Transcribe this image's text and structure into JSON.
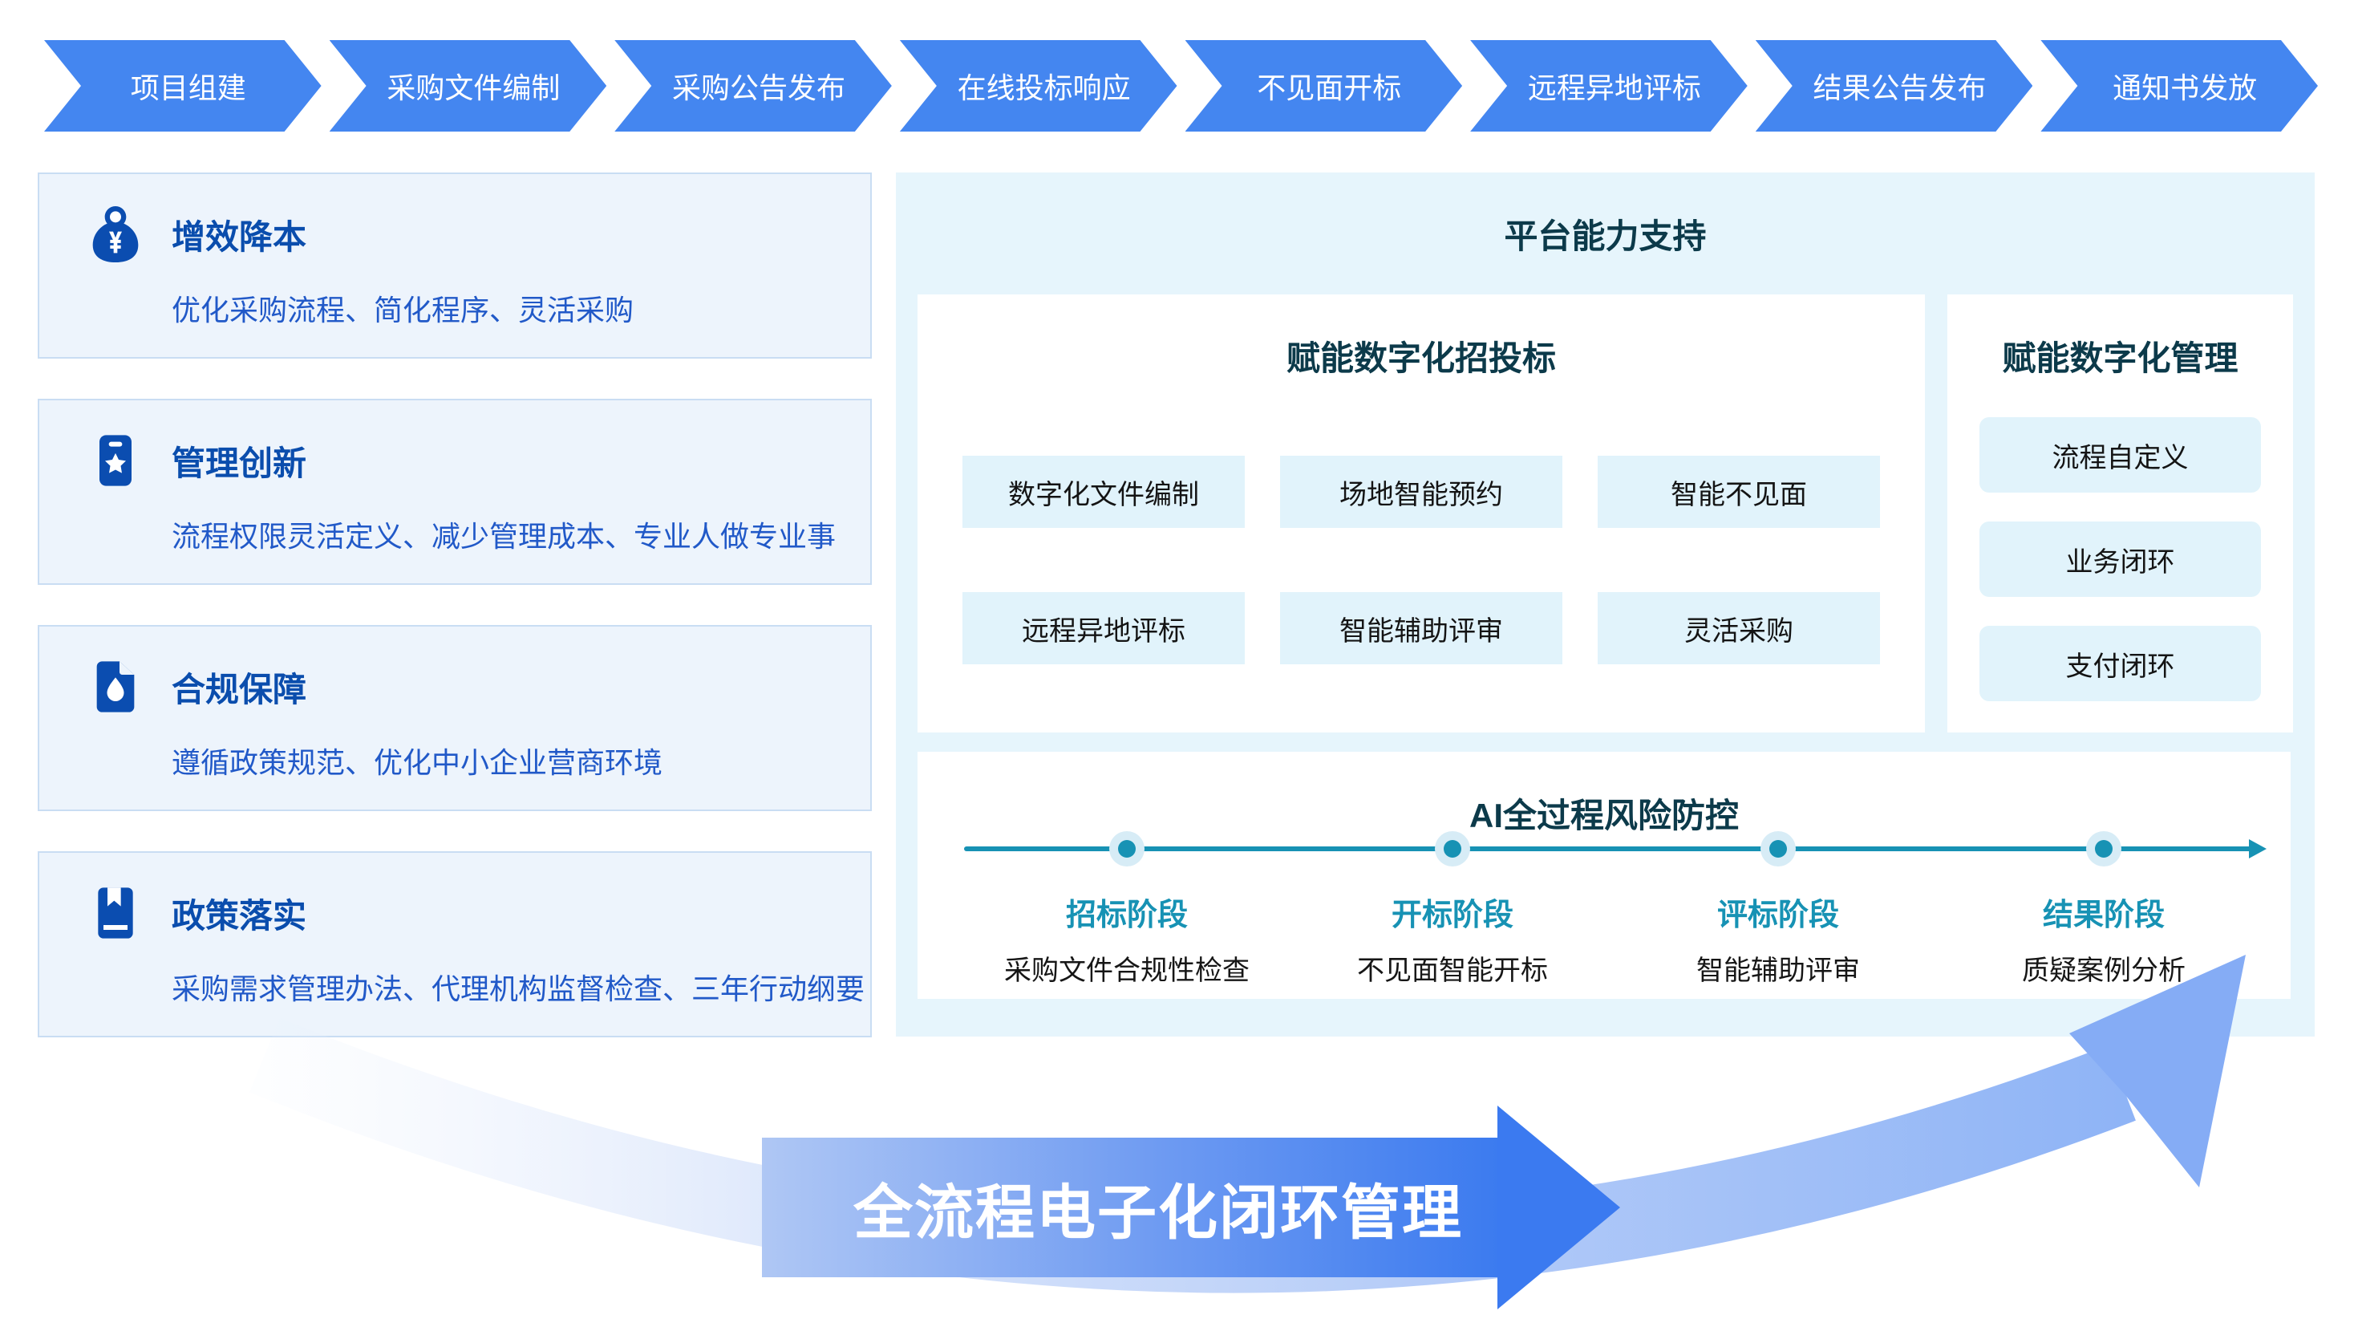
{
  "process_bar": {
    "steps": [
      "项目组建",
      "采购文件编制",
      "采购公告发布",
      "在线投标响应",
      "不见面开标",
      "远程异地评标",
      "结果公告发布",
      "通知书发放"
    ]
  },
  "benefit_cards": [
    {
      "icon": "money-bag-icon",
      "title": "增效降本",
      "desc": "优化采购流程、简化程序、灵活采购"
    },
    {
      "icon": "star-badge-icon",
      "title": "管理创新",
      "desc": "流程权限灵活定义、减少管理成本、专业人做专业事"
    },
    {
      "icon": "shield-document-icon",
      "title": "合规保障",
      "desc": "遵循政策规范、优化中小企业营商环境"
    },
    {
      "icon": "book-icon",
      "title": "政策落实",
      "desc": "采购需求管理办法、代理机构监督检查、三年行动纲要"
    }
  ],
  "platform_panel": {
    "title": "平台能力支持",
    "bidding_box": {
      "title": "赋能数字化招投标",
      "items": [
        "数字化文件编制",
        "场地智能预约",
        "智能不见面",
        "远程异地评标",
        "智能辅助评审",
        "灵活采购"
      ]
    },
    "management_box": {
      "title": "赋能数字化管理",
      "items": [
        "流程自定义",
        "业务闭环",
        "支付闭环"
      ]
    },
    "ai_box": {
      "title": "AI全过程风险防控",
      "stages": [
        {
          "stage": "招标阶段",
          "desc": "采购文件合规性检查"
        },
        {
          "stage": "开标阶段",
          "desc": "不见面智能开标"
        },
        {
          "stage": "评标阶段",
          "desc": "智能辅助评审"
        },
        {
          "stage": "结果阶段",
          "desc": "质疑案例分析"
        }
      ]
    }
  },
  "bottom_banner": {
    "label": "全流程电子化闭环管理"
  },
  "colors": {
    "chevron_blue": "#4486F0",
    "card_bg": "#EDF4FC",
    "card_title_blue": "#0A4DAD",
    "card_text_blue": "#2159C8",
    "icon_blue": "#0B4DB0",
    "panel_bg": "#E6F5FC",
    "dark_teal": "#0C3A4A",
    "pill_bg": "#E1F3FB",
    "timeline_teal": "#1792B4",
    "banner_gradient_start": "#AFC7F4",
    "banner_gradient_end": "#3B7AF0"
  }
}
